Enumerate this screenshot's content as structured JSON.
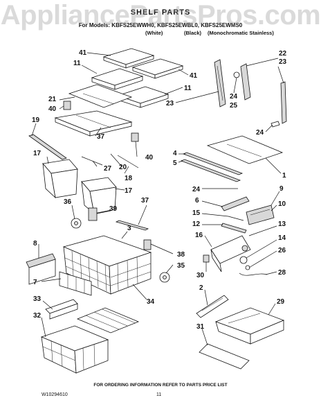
{
  "watermark": "AppliancePartsPros.com",
  "header": {
    "title": "SHELF PARTS",
    "models": "For Models: KBFS25EWWH0, KBFS25EWBL0, KBFS25EWMS0",
    "color_white": "(White)",
    "color_black": "(Black)",
    "color_stainless": "(Monochromatic Stainless)"
  },
  "callouts": {
    "c41a": "41",
    "c11a": "11",
    "c41b": "41",
    "c11b": "11",
    "c22": "22",
    "c23a": "23",
    "c21": "21",
    "c40a": "40",
    "c24a": "24",
    "c25": "25",
    "c23b": "23",
    "c19": "19",
    "c37a": "37",
    "c24b": "24",
    "c40b": "40",
    "c27": "27",
    "c20": "20",
    "c17a": "17",
    "c18": "18",
    "c4": "4",
    "c5": "5",
    "c1": "1",
    "c17b": "17",
    "c24c": "24",
    "c9": "9",
    "c6": "6",
    "c10": "10",
    "c36": "36",
    "c39": "39",
    "c37b": "37",
    "c15": "15",
    "c12": "12",
    "c13": "13",
    "c3": "3",
    "c16": "16",
    "c14": "14",
    "c8": "8",
    "c38": "38",
    "c35": "35",
    "c26": "26",
    "c30": "30",
    "c28": "28",
    "c7": "7",
    "c34": "34",
    "c2": "2",
    "c33": "33",
    "c29": "29",
    "c32": "32",
    "c31": "31"
  },
  "footer": {
    "order_info": "FOR ORDERING INFORMATION REFER TO PARTS PRICE LIST",
    "doc_code": "W10294610",
    "page": "11"
  }
}
